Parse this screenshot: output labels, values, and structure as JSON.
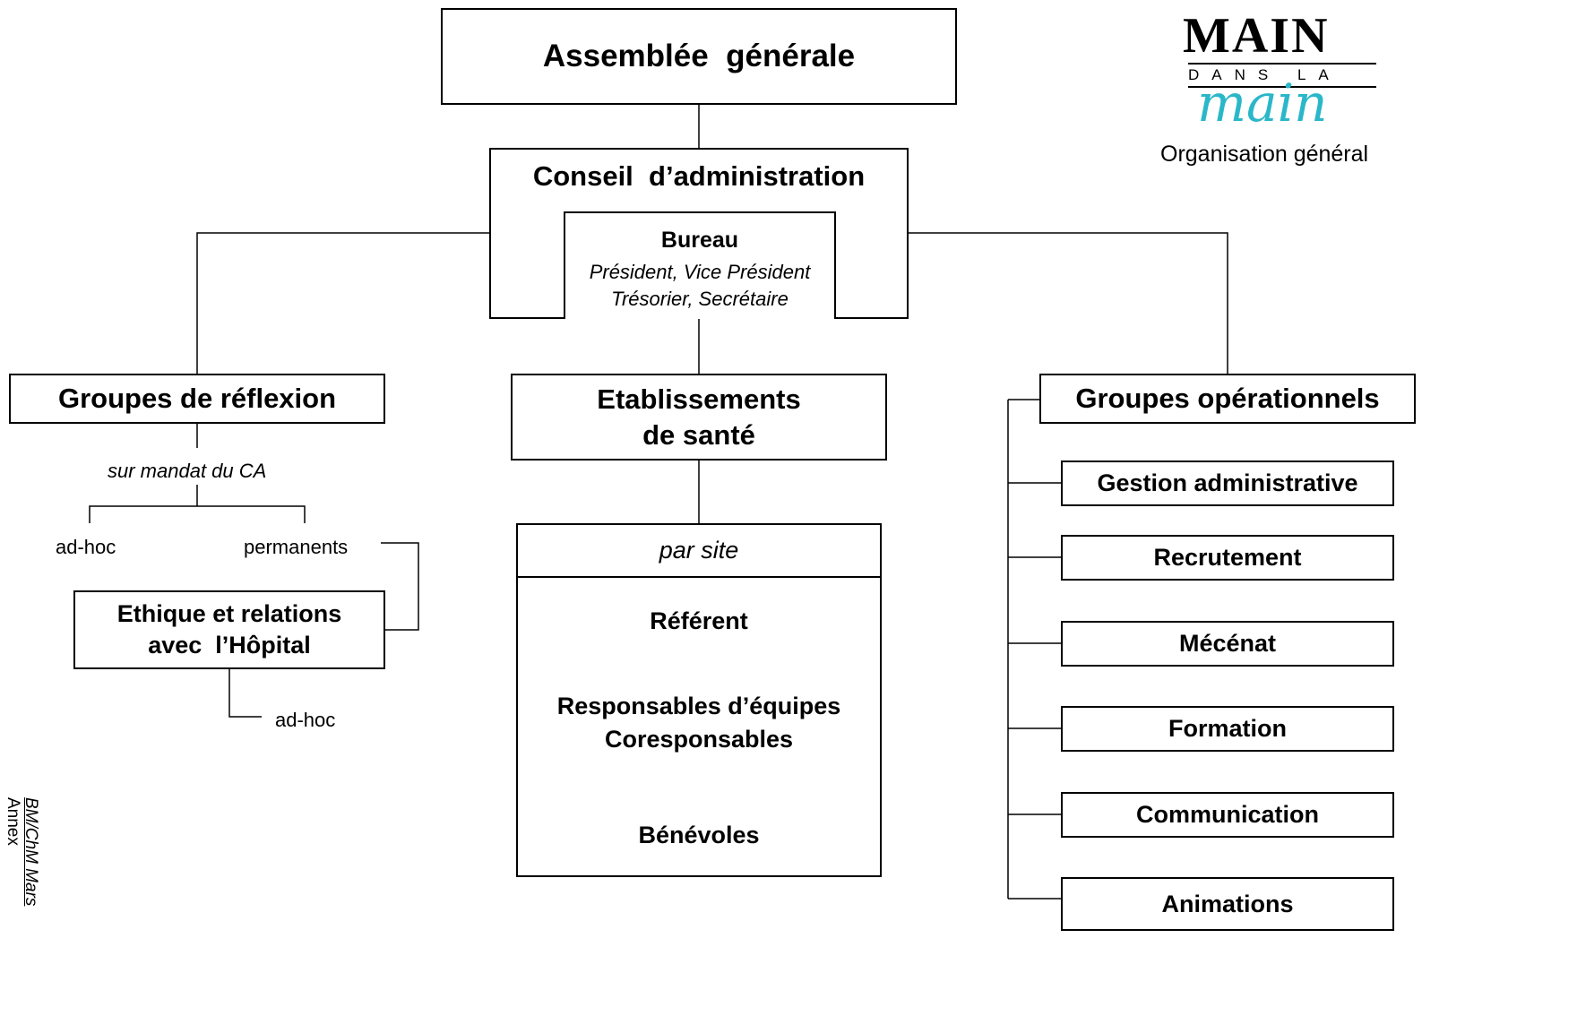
{
  "logo": {
    "main": "MAIN",
    "dans_la": "DANS LA",
    "main_script": "main",
    "subtitle": "Organisation général"
  },
  "assemblee": "Assemblée  générale",
  "conseil": {
    "title": "Conseil  d’administration",
    "bureau_title": "Bureau",
    "bureau_line1": "Président, Vice Président",
    "bureau_line2": "Trésorier, Secrétaire"
  },
  "reflexion": {
    "title": "Groupes de réflexion",
    "mandate": "sur mandat du CA",
    "adhoc": "ad-hoc",
    "permanents": "permanents",
    "ethique_line1": "Ethique et relations",
    "ethique_line2": "avec  l’Hôpital",
    "adhoc2": "ad-hoc"
  },
  "sante": {
    "title_line1": "Etablissements",
    "title_line2": "de santé",
    "par_site": "par site",
    "referent": "Référent",
    "responsables_line1": "Responsables d’équipes",
    "responsables_line2": "Coresponsables",
    "benevoles": "Bénévoles"
  },
  "operationnels": {
    "title": "Groupes opérationnels",
    "items": [
      "Gestion administrative",
      "Recrutement",
      "Mécénat",
      "Formation",
      "Communication",
      "Animations"
    ]
  },
  "side_note": {
    "line1": "BM/ChM Mars",
    "line2": "Annex"
  }
}
